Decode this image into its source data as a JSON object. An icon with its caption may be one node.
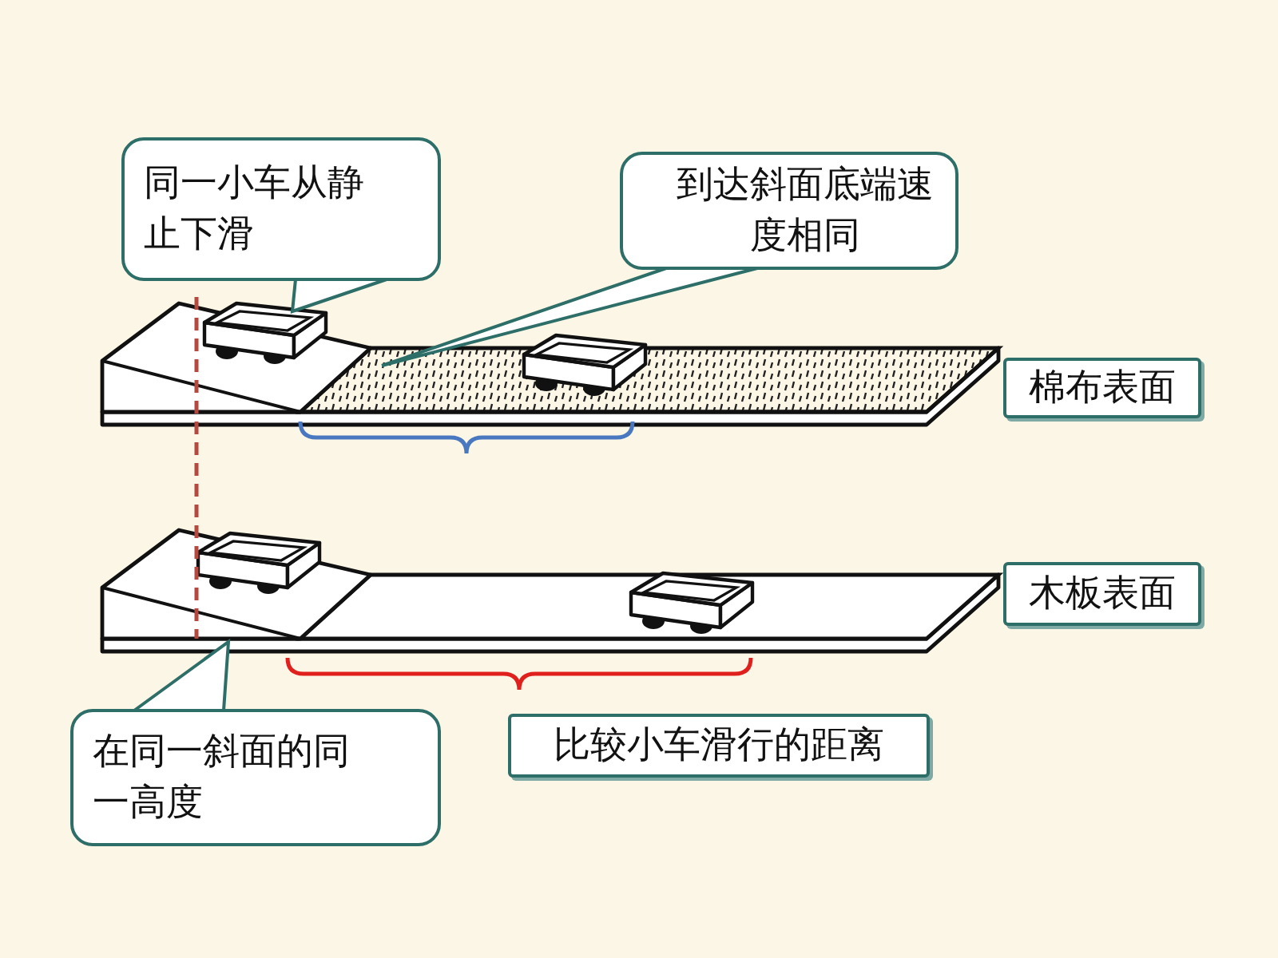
{
  "diagram": {
    "nodes": [
      {
        "text": [
          "同一小车从静止下滑"
        ]
      },
      {
        "text": [
          "到达斜面底端速度相同"
        ]
      },
      {
        "text": [
          "棉布表面"
        ]
      },
      {
        "text": [
          "木板表面"
        ]
      },
      {
        "text": [
          "在同一斜面的同一高度"
        ]
      },
      {
        "text": [
          "比较小车滑行的距离"
        ]
      }
    ]
  }
}
